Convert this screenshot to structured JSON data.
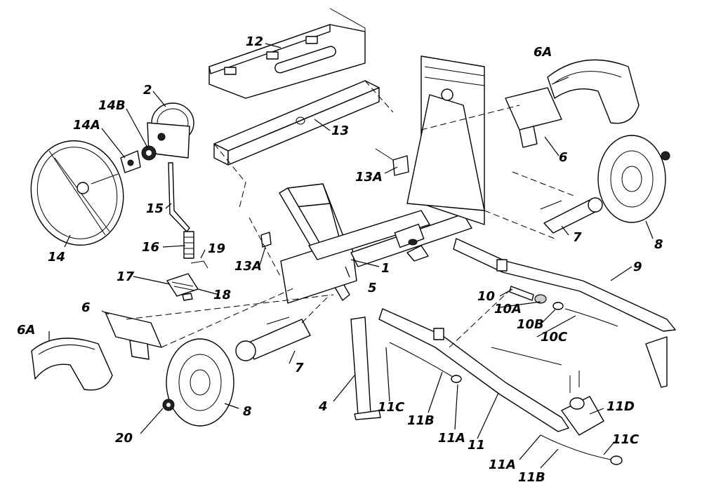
{
  "callouts": {
    "c12": "12",
    "c2": "2",
    "c14b": "14B",
    "c14a": "14A",
    "c13": "13",
    "c14": "14",
    "c15": "15",
    "c16": "16",
    "c19": "19",
    "c17": "17",
    "c18": "18",
    "c13a_top": "13A",
    "c13a_bottom": "13A",
    "c1": "1",
    "c5": "5",
    "c6a_top": "6A",
    "c6_right": "6",
    "c7_right": "7",
    "c8_right": "8",
    "c9": "9",
    "c10": "10",
    "c10a": "10A",
    "c10b": "10B",
    "c10c": "10C",
    "c6_left": "6",
    "c6a_left": "6A",
    "c7_left": "7",
    "c8_left": "8",
    "c20": "20",
    "c4": "4",
    "c11c_left": "11C",
    "c11b_left": "11B",
    "c11a_left": "11A",
    "c11": "11",
    "c11d": "11D",
    "c11c_right": "11C",
    "c11a_right": "11A",
    "c11b_right": "11B"
  }
}
